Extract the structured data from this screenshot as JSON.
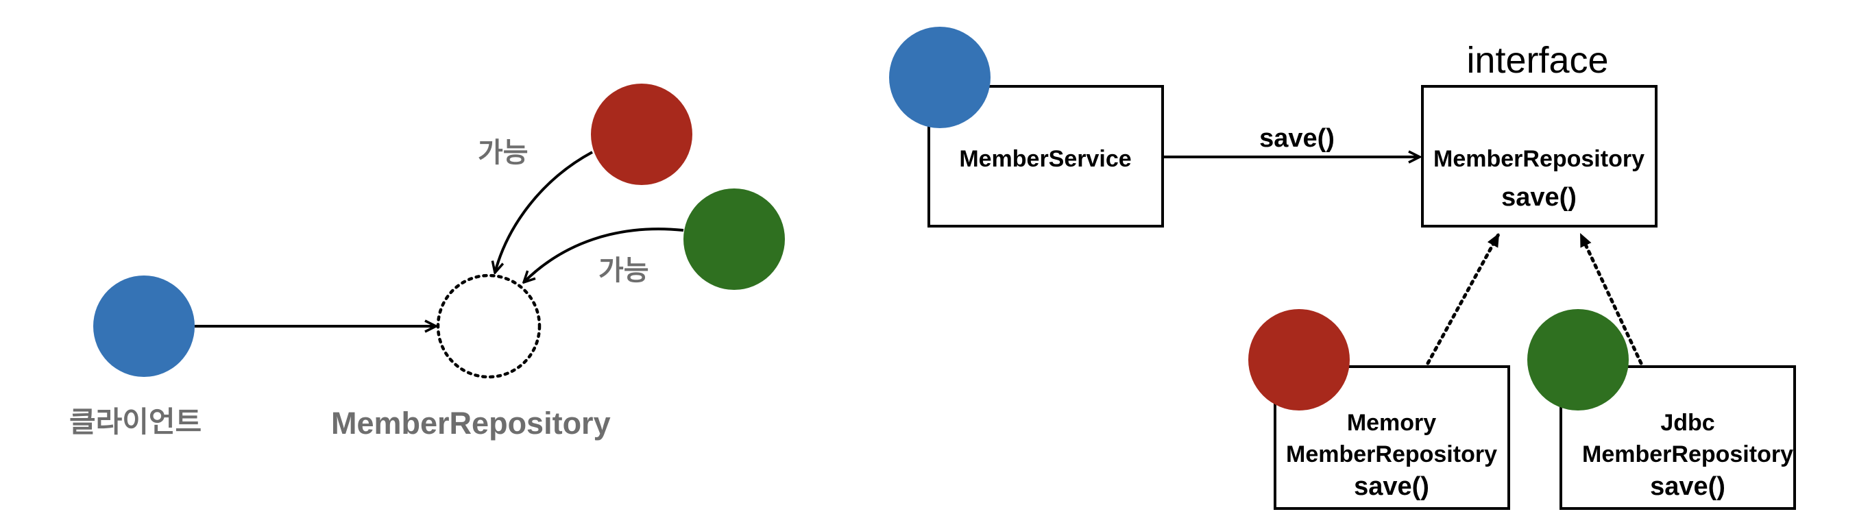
{
  "colors": {
    "blue": "#3573b5",
    "red": "#a8291c",
    "green": "#2f7020",
    "text_gray": "#6e6e6e",
    "line": "#000000"
  },
  "left_diagram": {
    "client_label": "클라이언트",
    "repository_label": "MemberRepository",
    "possible_label_1": "가능",
    "possible_label_2": "가능"
  },
  "right_diagram": {
    "interface_label": "interface",
    "service_box": {
      "label": "MemberService"
    },
    "call_label": "save()",
    "repository_box": {
      "name": "MemberRepository",
      "method": "save()"
    },
    "memory_box": {
      "line1": "Memory",
      "line2": "MemberRepository",
      "method": "save()"
    },
    "jdbc_box": {
      "line1": "Jdbc",
      "line2": "MemberRepository",
      "method": "save()"
    }
  }
}
